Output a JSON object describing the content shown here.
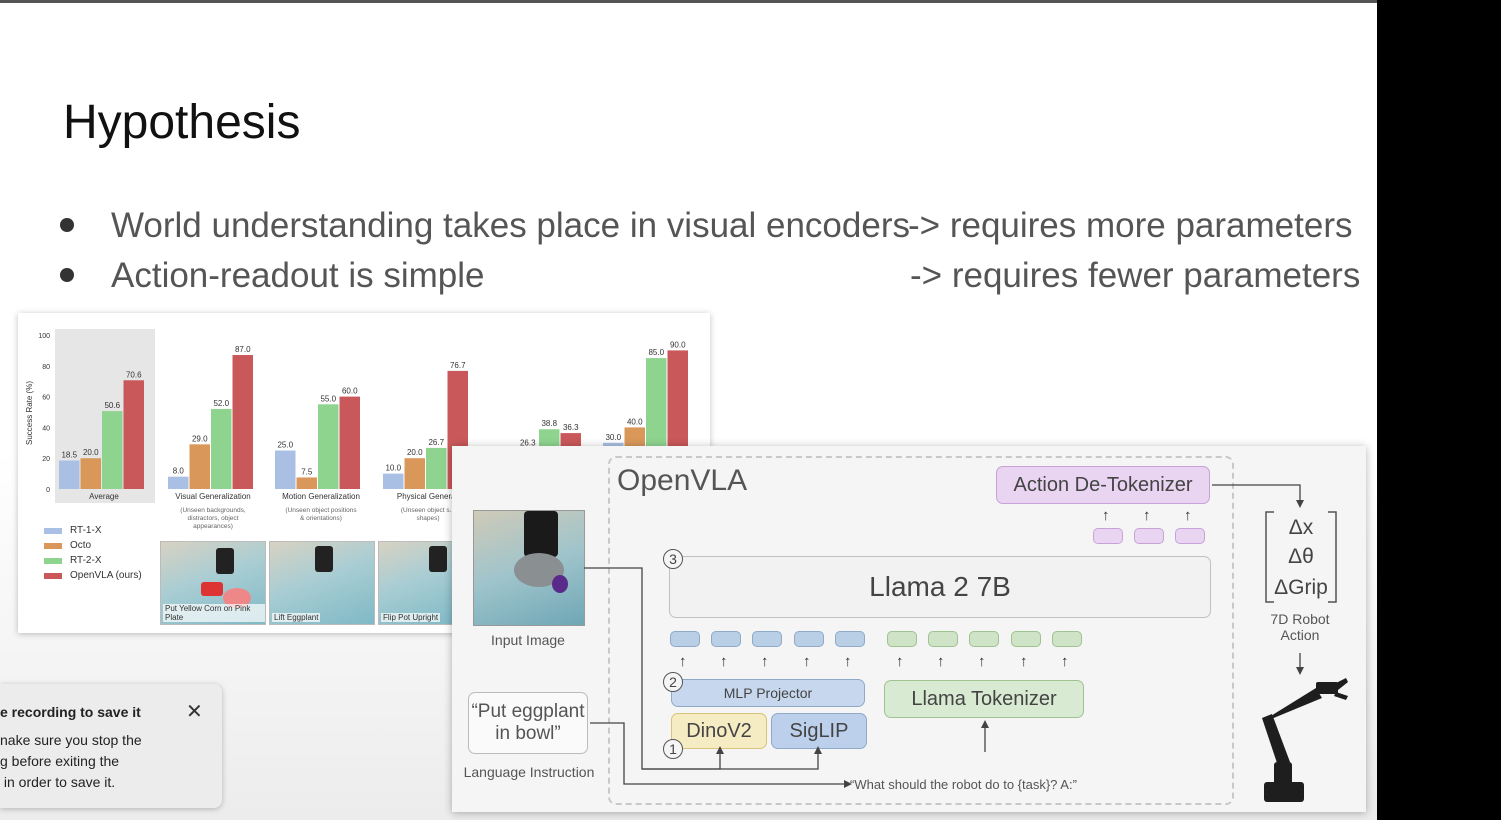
{
  "slide": {
    "title": "Hypothesis",
    "bullets": [
      {
        "left": "World understanding takes place in visual encoders",
        "right": "-> requires more parameters"
      },
      {
        "left": "Action-readout is simple",
        "right": "-> requires fewer parameters"
      }
    ]
  },
  "chart_data": {
    "type": "bar",
    "ylabel": "Success Rate (%)",
    "ylim": [
      0,
      100
    ],
    "yticks": [
      "0",
      "20",
      "40",
      "60",
      "80",
      "100"
    ],
    "categories": [
      "Average",
      "Visual Generalization",
      "Motion Generalization",
      "Physical Generali"
    ],
    "category_notes": [
      "",
      "(Unseen backgrounds, distractors, object appearances)",
      "(Unseen object positions & orientations)",
      "(Unseen object s... shapes)"
    ],
    "series": [
      {
        "name": "RT-1-X",
        "color": "#a9c0e4",
        "values": [
          18.5,
          8.0,
          25.0,
          10.0,
          null,
          30.0
        ]
      },
      {
        "name": "Octo",
        "color": "#d9985a",
        "values": [
          20.0,
          29.0,
          7.5,
          20.0,
          26.3,
          40.0
        ]
      },
      {
        "name": "RT-2-X",
        "color": "#8fd48e",
        "values": [
          50.6,
          52.0,
          55.0,
          26.7,
          38.8,
          85.0
        ]
      },
      {
        "name": "OpenVLA (ours)",
        "color": "#c9585a",
        "values": [
          70.6,
          87.0,
          60.0,
          76.7,
          36.3,
          90.0
        ]
      }
    ],
    "value_labels": [
      [
        "18.5",
        "20.0",
        "50.6",
        "70.6"
      ],
      [
        "8.0",
        "29.0",
        "52.0",
        "87.0"
      ],
      [
        "25.0",
        "7.5",
        "55.0",
        "60.0"
      ],
      [
        "10.0",
        "20.0",
        "26.7",
        "76.7"
      ],
      [
        "",
        "26.3",
        "38.8",
        "36.3"
      ],
      [
        "30.0",
        "40.0",
        "85.0",
        "90.0"
      ]
    ],
    "thumbnail_captions": [
      "Put Yellow Corn on Pink Plate",
      "Lift Eggplant",
      "Flip Pot Upright"
    ]
  },
  "openvla": {
    "title": "OpenVLA",
    "action_detokenizer": "Action De-Tokenizer",
    "llama": "Llama 2 7B",
    "mlp_projector": "MLP Projector",
    "dinov2": "DinoV2",
    "siglip": "SigLIP",
    "llama_tokenizer": "Llama Tokenizer",
    "input_image_label": "Input Image",
    "instruction_line1": "“Put eggplant",
    "instruction_line2": "in bowl”",
    "language_instruction_label": "Language Instruction",
    "prompt": "“What should the robot do to {task}? A:”",
    "action_dx": "Δx",
    "action_dtheta": "Δθ",
    "action_dgrip": "ΔGrip",
    "robot_action_line1": "7D Robot",
    "robot_action_line2": "Action",
    "step_numbers": [
      "1",
      "2",
      "3"
    ]
  },
  "toast": {
    "title": "e recording to save it",
    "body": "nake sure you stop the\ng before exiting the\n in order to save it.",
    "close_icon": "close-icon"
  }
}
